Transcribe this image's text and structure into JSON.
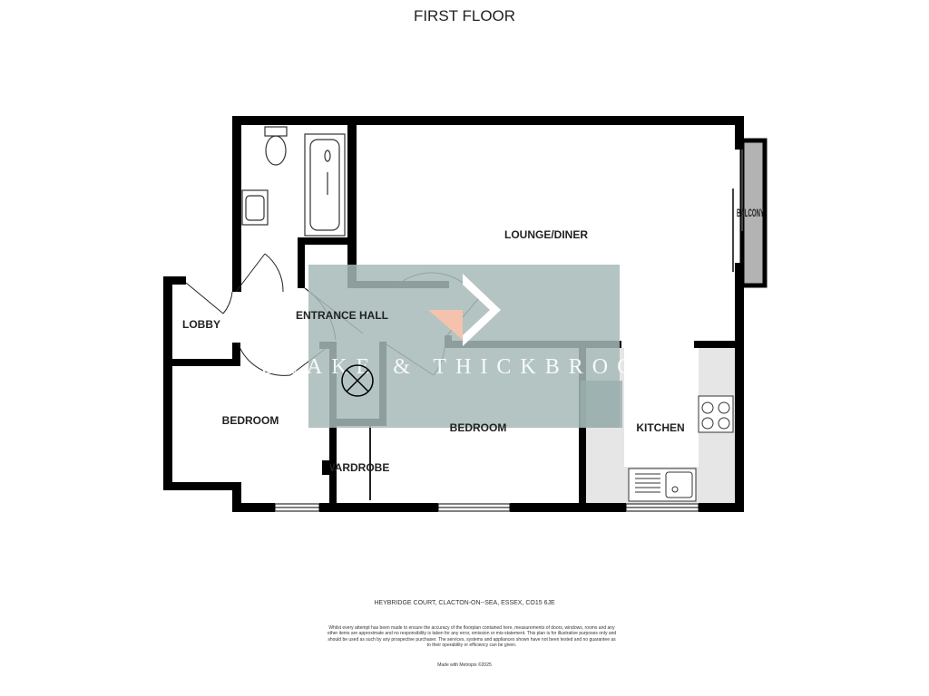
{
  "title": "FIRST FLOOR",
  "rooms": {
    "lounge": "LOUNGE/DINER",
    "entrance_hall": "ENTRANCE HALL",
    "lobby": "LOBBY",
    "bedroom1": "BEDROOM",
    "bedroom2": "BEDROOM",
    "wardrobe": "WARDROBE",
    "kitchen": "KITCHEN",
    "balcony": "BALCONY"
  },
  "watermark": "BLAKE & THICKBROOM",
  "colors": {
    "wall": "#000000",
    "watermark_bg": "#a6bab8",
    "counter": "#e6e6e6",
    "balcony": "#b3b3b3",
    "logo_accent": "#f5c3ad"
  },
  "footer": {
    "address": "HEYBRIDGE COURT, CLACTON-ON--SEA, ESSEX, CO15 6JE",
    "disclaimer": "Whilst every attempt has been made to ensure the accuracy of the floorplan contained here, measurements of doors, windows, rooms and any other items are approximate and no responsibility is taken for any error, omission or mis-statement. This plan is for illustrative purposes only and should be used as such by any prospective purchaser. The services, systems and appliances shown have not been tested and no guarantee as to their operability or efficiency can be given.",
    "credit": "Made with Metropix ©2025"
  }
}
